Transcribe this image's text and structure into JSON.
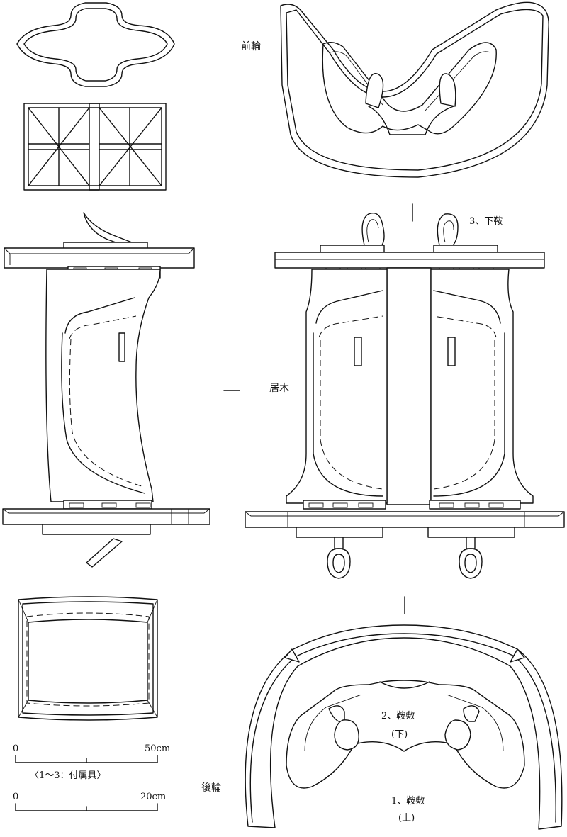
{
  "labels": {
    "front_pommel": "前輪",
    "lower_saddle_cloth": "3、下鞍",
    "seat_boards": "居木",
    "saddle_cloth_lower": "2、鞍敷",
    "saddle_cloth_lower_note": "(下)",
    "rear_cantle": "後輪",
    "saddle_cloth_upper": "1、鞍敷",
    "saddle_cloth_upper_note": "(上)"
  },
  "scales": {
    "large": {
      "start": "0",
      "end": "50cm",
      "caption": "〈1～3：付属具〉"
    },
    "small": {
      "start": "0",
      "end": "20cm"
    }
  }
}
